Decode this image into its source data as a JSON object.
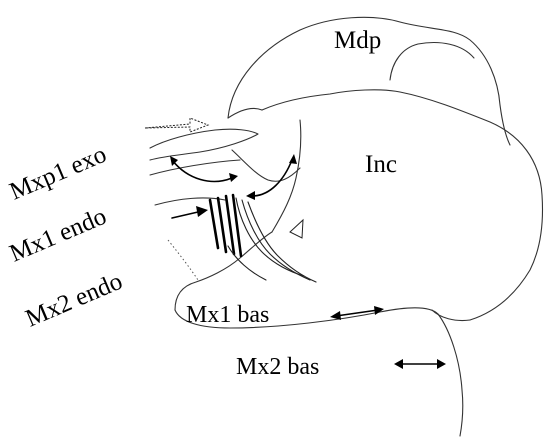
{
  "labels": {
    "mdp": "Mdp",
    "inc": "Inc",
    "mxp1_exo": "Mxp1 exo",
    "mx1_endo": "Mx1 endo",
    "mx2_endo": "Mx2 endo",
    "mx1_bas": "Mx1 bas",
    "mx2_bas": "Mx2 bas"
  },
  "colors": {
    "ink": "#000000",
    "background": "#ffffff"
  }
}
